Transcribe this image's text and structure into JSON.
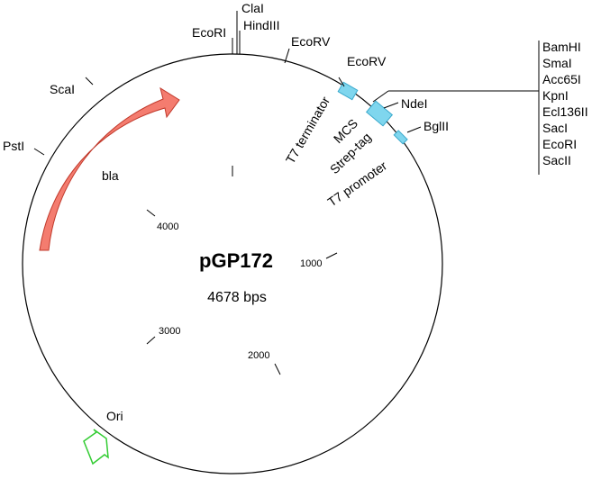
{
  "plasmid": {
    "name": "pGP172",
    "size_label": "4678 bps",
    "colors": {
      "backbone": "#000000",
      "bla": "#f47c6f",
      "bla_border": "#c0392b",
      "ori": "#ffffff",
      "ori_border": "#33cc33",
      "feature": "#7fd6ee",
      "feature_border": "#3aa9cc"
    }
  },
  "ticks": [
    "1000",
    "2000",
    "3000",
    "4000"
  ],
  "sites": {
    "ecori": "EcoRI",
    "clai": "ClaI",
    "hindiii": "HindIII",
    "ecorv_1": "EcoRV",
    "ecorv_2": "EcoRV",
    "ndei": "NdeI",
    "bglii": "BglII",
    "scai": "ScaI",
    "psti": "PstI"
  },
  "mcs_sites": [
    "BamHI",
    "SmaI",
    "Acc65I",
    "KpnI",
    "Ecl136II",
    "SacI",
    "EcoRI",
    "SacII"
  ],
  "features": {
    "bla": "bla",
    "ori": "Ori",
    "t7_terminator": "T7 terminator",
    "mcs": "MCS",
    "strep_tag": "Strep-tag",
    "t7_promoter": "T7 promoter"
  }
}
